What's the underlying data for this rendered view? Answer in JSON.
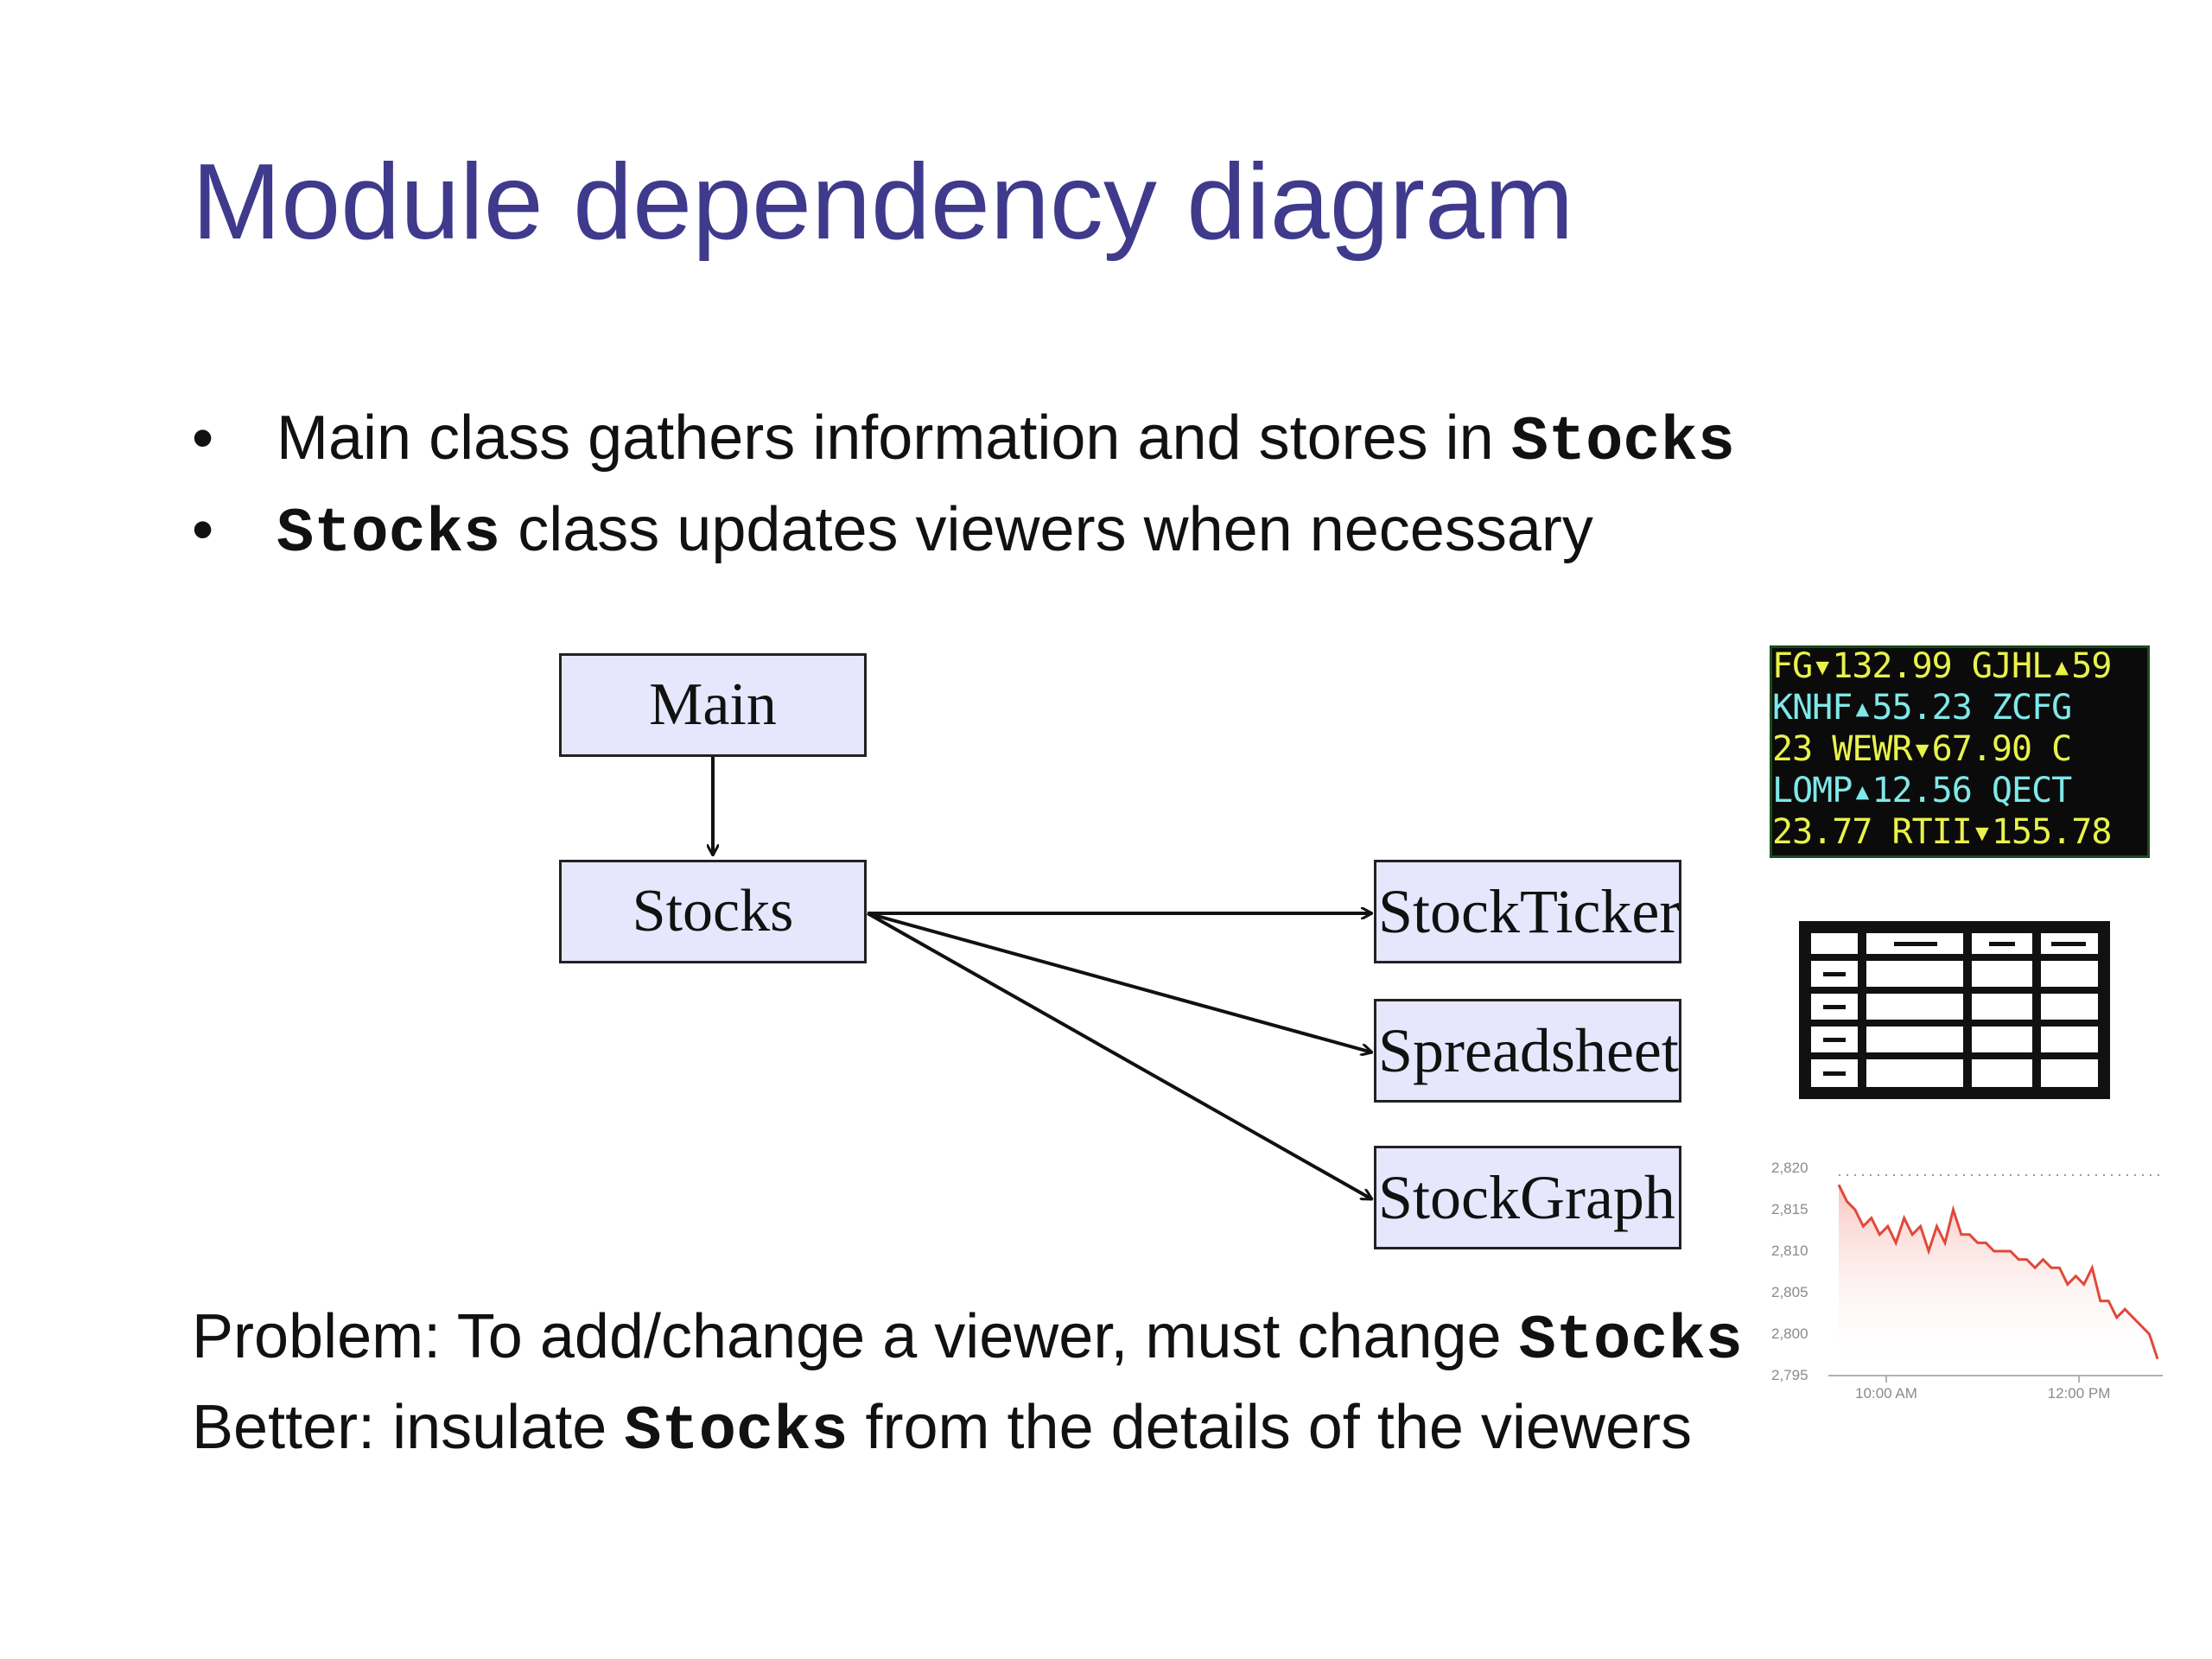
{
  "title": "Module dependency diagram",
  "bullets": [
    {
      "marker": "•",
      "pre": "Main class gathers information and stores in ",
      "code": "Stocks",
      "post": ""
    },
    {
      "marker": "•",
      "pre": "",
      "code": "Stocks",
      "post": " class updates viewers when necessary"
    }
  ],
  "diagram": {
    "nodes": {
      "main": "Main",
      "stocks": "Stocks",
      "ticker": "StockTicker",
      "spreadsheet": "Spreadsheet",
      "graph": "StockGraph"
    },
    "edges": [
      [
        "Main",
        "Stocks"
      ],
      [
        "Stocks",
        "StockTicker"
      ],
      [
        "Stocks",
        "Spreadsheet"
      ],
      [
        "Stocks",
        "StockGraph"
      ]
    ]
  },
  "bottom": {
    "problem": {
      "pre": "Problem: To add/change a viewer, must change ",
      "code": "Stocks",
      "post": ""
    },
    "better": {
      "pre": "Better: insulate ",
      "code": "Stocks",
      "post": " from the details of the viewers"
    }
  },
  "ticker_lines": [
    {
      "text": "FG▾132.99   GJHL▴59",
      "color": "yellow"
    },
    {
      "text": " KNHF▴55.23   ZCFG",
      "color": "cyan"
    },
    {
      "text": "23   WEWR▾67.90   C",
      "color": "yellow"
    },
    {
      "text": " LOMP▴12.56   QECT",
      "color": "cyan"
    },
    {
      "text": "23.77   RTII▾155.78",
      "color": "yellow"
    }
  ],
  "colors": {
    "title": "#3f3a8c",
    "box_fill": "#e6e6fc",
    "ticker_yellow": "#e9f24a",
    "ticker_cyan": "#7fe8e8",
    "chart_line": "#e0493a"
  },
  "icons": {
    "spreadsheet": "spreadsheet-icon",
    "ticker": "stock-ticker-thumbnail",
    "graph": "stock-graph-thumbnail"
  },
  "mini_chart": {
    "y_ticks": [
      "2,820",
      "2,815",
      "2,810",
      "2,805",
      "2,800",
      "2,795"
    ],
    "x_ticks": [
      "10:00 AM",
      "12:00 PM"
    ],
    "ylim": [
      2795,
      2820
    ],
    "values": [
      2818,
      2816,
      2815,
      2813,
      2814,
      2812,
      2813,
      2811,
      2814,
      2812,
      2813,
      2810,
      2813,
      2811,
      2815,
      2812,
      2812,
      2811,
      2811,
      2810,
      2810,
      2810,
      2809,
      2809,
      2808,
      2809,
      2808,
      2808,
      2806,
      2807,
      2806,
      2808,
      2804,
      2804,
      2802,
      2803,
      2802,
      2801,
      2800,
      2797
    ]
  }
}
